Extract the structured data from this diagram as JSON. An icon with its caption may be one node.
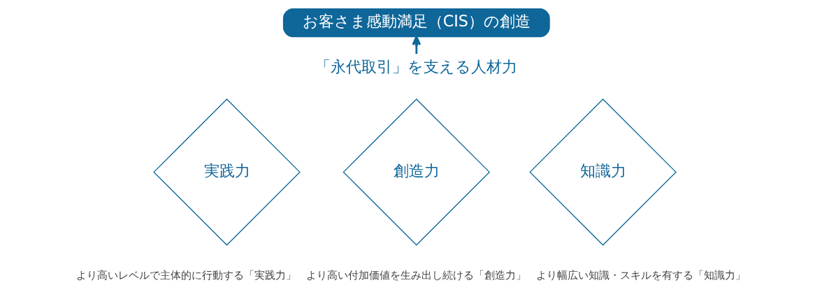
{
  "diagram": {
    "nodes": [
      {
        "text": [
          "お客さま感動満足（CIS）の創造"
        ]
      },
      {
        "text": [
          "「永代取引」を支える人材力"
        ]
      },
      {
        "text": [
          "実践力"
        ],
        "beside": [
          "より高いレベルで主体的に行動する「実践力」"
        ]
      },
      {
        "text": [
          "創造力"
        ],
        "beside": [
          "より高い付加価値を生み出し続ける「創造力」"
        ]
      },
      {
        "text": [
          "知識力"
        ],
        "beside": [
          "より幅広い知識・スキルを有する「知識力」"
        ]
      }
    ],
    "edges": [
      {
        "from": 1,
        "to": 0,
        "arrow": "to"
      }
    ]
  }
}
